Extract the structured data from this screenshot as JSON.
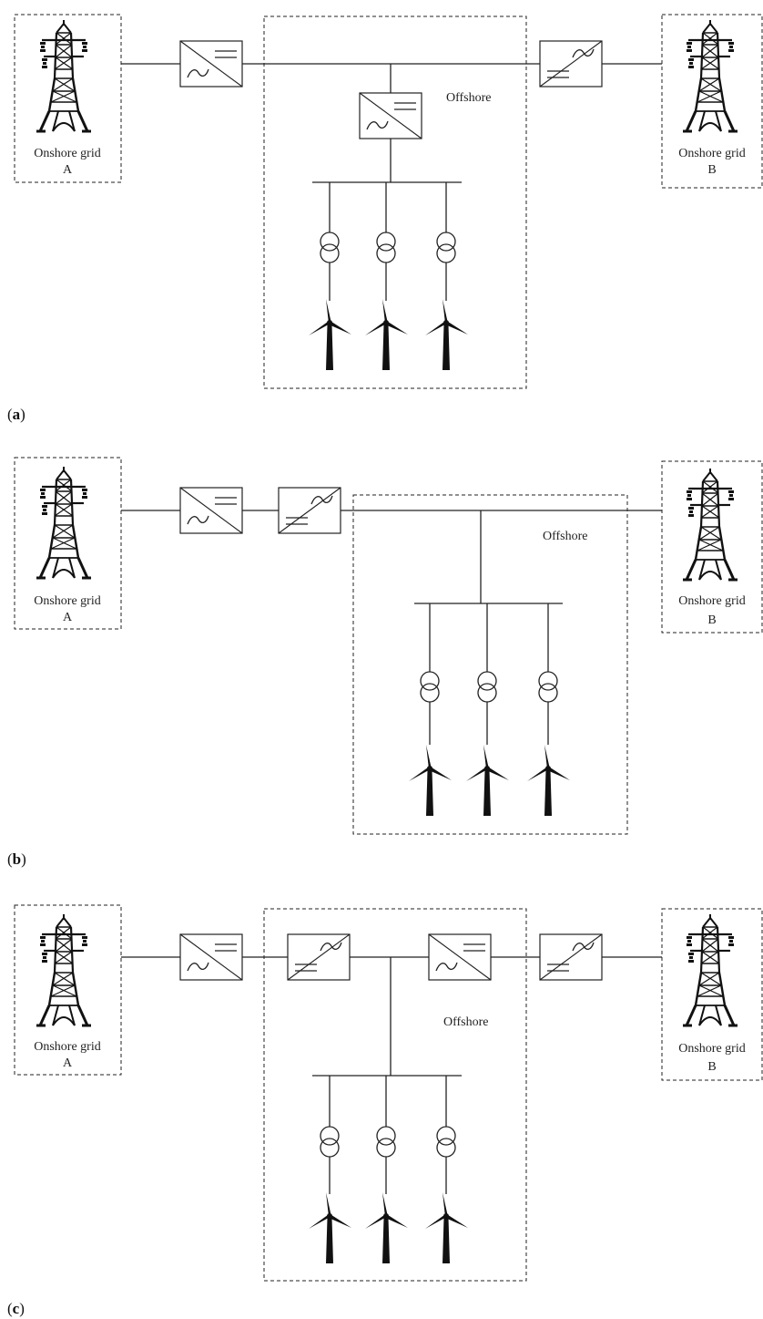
{
  "diagrams": [
    {
      "caption_open": "(",
      "caption_letter": "a",
      "caption_close": ")",
      "offshore_label": "Offshore",
      "grid_a_line1": "Onshore grid",
      "grid_a_line2": "A",
      "grid_b_line1": "Onshore grid",
      "grid_b_line2": "B"
    },
    {
      "caption_open": "(",
      "caption_letter": "b",
      "caption_close": ")",
      "offshore_label": "Offshore",
      "grid_a_line1": "Onshore grid",
      "grid_a_line2": "A",
      "grid_b_line1": "Onshore grid",
      "grid_b_line2": "B"
    },
    {
      "caption_open": "(",
      "caption_letter": "c",
      "caption_close": ")",
      "offshore_label": "Offshore",
      "grid_a_line1": "Onshore grid",
      "grid_a_line2": "A",
      "grid_b_line1": "Onshore grid",
      "grid_b_line2": "B"
    }
  ]
}
